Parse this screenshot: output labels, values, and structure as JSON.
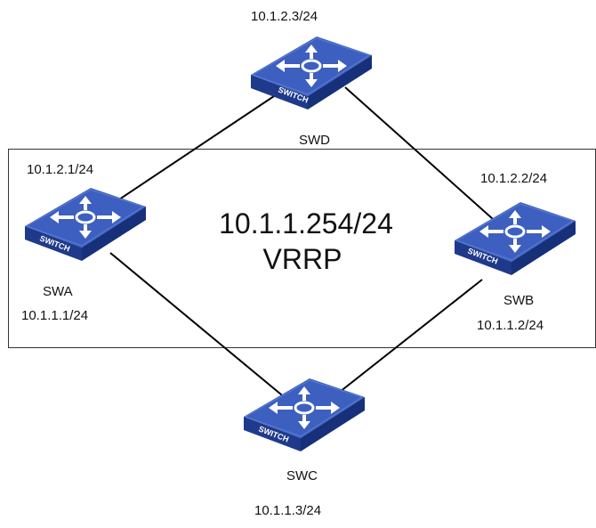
{
  "vrrp": {
    "virtual_ip": "10.1.1.254/24",
    "protocol": "VRRP"
  },
  "devices": {
    "swd": {
      "name": "SWD",
      "ip": "10.1.2.3/24",
      "badge": "SWITCH"
    },
    "swa": {
      "name": "SWA",
      "ip_up": "10.1.2.1/24",
      "ip_down": "10.1.1.1/24",
      "badge": "SWITCH"
    },
    "swb": {
      "name": "SWB",
      "ip_up": "10.1.2.2/24",
      "ip_down": "10.1.1.2/24",
      "badge": "SWITCH"
    },
    "swc": {
      "name": "SWC",
      "ip": "10.1.1.3/24",
      "badge": "SWITCH"
    }
  },
  "colors": {
    "switch_top": "#3d5fbf",
    "switch_front": "#1f3a8a",
    "switch_side": "#16307a",
    "arrow": "#ffffff",
    "link": "#000000",
    "frame": "#333333"
  }
}
